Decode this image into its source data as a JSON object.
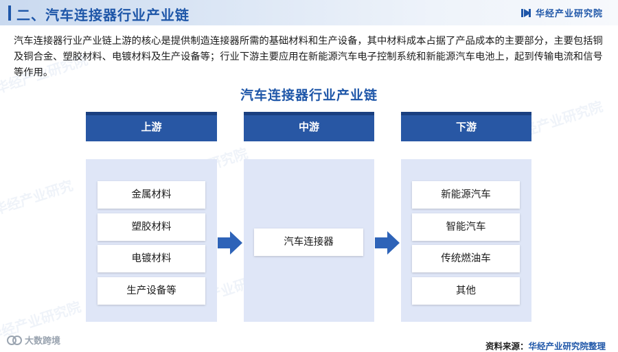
{
  "header": {
    "title": "二、汽车连接器行业产业链",
    "brand": "华经产业研究院"
  },
  "intro": "汽车连接器行业产业链上游的核心是提供制造连接器所需的基础材料和生产设备，其中材料成本占据了产品成本的主要部分，主要包括铜及铜合金、塑胶材料、电镀材料及生产设备等；行业下游主要应用在新能源汽车电子控制系统和新能源汽车电池上，起到传输电流和信号等作用。",
  "diagram": {
    "title": "汽车连接器行业产业链",
    "stages": [
      {
        "label": "上游",
        "items": [
          "金属材料",
          "塑胶材料",
          "电镀材料",
          "生产设备等"
        ]
      },
      {
        "label": "中游",
        "items": [
          "汽车连接器"
        ]
      },
      {
        "label": "下游",
        "items": [
          "新能源汽车",
          "智能汽车",
          "传统燃油车",
          "其他"
        ]
      }
    ]
  },
  "footer": {
    "source_label": "资料来源：",
    "source_org": "华经产业研究院整理",
    "watermark": "大数跨境"
  },
  "colors": {
    "primary": "#1e56a8",
    "stage_header": "#2857a4",
    "panel": "#dfe6f7",
    "arrow": "#2e63b8"
  },
  "watermarks": [
    "华经产业研究院",
    "产业研究院",
    "华经产业研究",
    "华经产业研究院",
    "产业研究院",
    "华经产业研究院"
  ]
}
